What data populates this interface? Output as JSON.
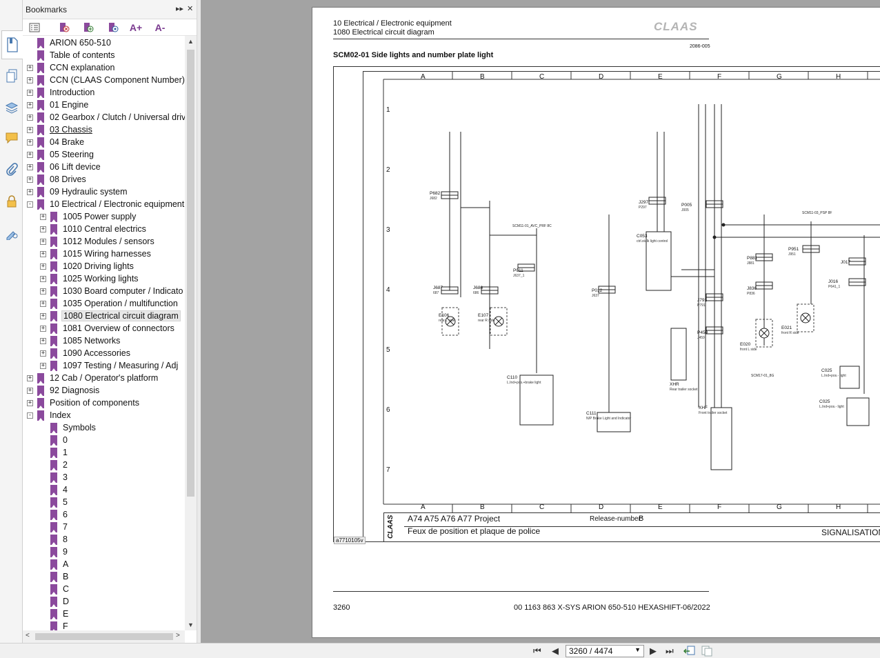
{
  "bookmarks_panel": {
    "title": "Bookmarks",
    "header_controls": [
      "▸▸",
      "✕"
    ],
    "toolbar_icons": [
      "options-menu-icon",
      "delete-bookmark-icon",
      "add-bookmark-icon",
      "bookmark-properties-icon",
      "increase-font-icon",
      "decrease-font-icon"
    ],
    "font_up_label": "A+",
    "font_down_label": "A-"
  },
  "rail_icons": [
    "bookmarks-panel-icon",
    "pages-panel-icon",
    "layers-panel-icon",
    "comments-panel-icon",
    "attachments-panel-icon",
    "security-panel-icon",
    "signatures-panel-icon"
  ],
  "tree": [
    {
      "label": "ARION 650-510",
      "level": 0,
      "expander": "none"
    },
    {
      "label": "Table of contents",
      "level": 0,
      "expander": "none"
    },
    {
      "label": "CCN explanation",
      "level": 0,
      "expander": "+"
    },
    {
      "label": "CCN (CLAAS Component Number)",
      "level": 0,
      "expander": "+"
    },
    {
      "label": "Introduction",
      "level": 0,
      "expander": "+"
    },
    {
      "label": "01 Engine",
      "level": 0,
      "expander": "+"
    },
    {
      "label": "02 Gearbox / Clutch / Universal driv",
      "level": 0,
      "expander": "+"
    },
    {
      "label": "03 Chassis",
      "level": 0,
      "expander": "+",
      "underline": true
    },
    {
      "label": "04 Brake",
      "level": 0,
      "expander": "+"
    },
    {
      "label": "05 Steering",
      "level": 0,
      "expander": "+"
    },
    {
      "label": "06 Lift device",
      "level": 0,
      "expander": "+"
    },
    {
      "label": "08 Drives",
      "level": 0,
      "expander": "+"
    },
    {
      "label": "09 Hydraulic system",
      "level": 0,
      "expander": "+"
    },
    {
      "label": "10 Electrical / Electronic equipment",
      "level": 0,
      "expander": "-"
    },
    {
      "label": "1005 Power supply",
      "level": 1,
      "expander": "+"
    },
    {
      "label": "1010 Central electrics",
      "level": 1,
      "expander": "+"
    },
    {
      "label": "1012 Modules / sensors",
      "level": 1,
      "expander": "+"
    },
    {
      "label": "1015 Wiring harnesses",
      "level": 1,
      "expander": "+"
    },
    {
      "label": "1020 Driving lights",
      "level": 1,
      "expander": "+"
    },
    {
      "label": "1025 Working lights",
      "level": 1,
      "expander": "+"
    },
    {
      "label": "1030 Board computer / Indicato",
      "level": 1,
      "expander": "+"
    },
    {
      "label": "1035 Operation / multifunction",
      "level": 1,
      "expander": "+"
    },
    {
      "label": "1080 Electrical circuit diagram",
      "level": 1,
      "expander": "+",
      "selected": true
    },
    {
      "label": "1081 Overview of connectors",
      "level": 1,
      "expander": "+"
    },
    {
      "label": "1085 Networks",
      "level": 1,
      "expander": "+"
    },
    {
      "label": "1090 Accessories",
      "level": 1,
      "expander": "+"
    },
    {
      "label": "1097 Testing / Measuring / Adj",
      "level": 1,
      "expander": "+"
    },
    {
      "label": "12 Cab / Operator's platform",
      "level": 0,
      "expander": "+"
    },
    {
      "label": "92 Diagnosis",
      "level": 0,
      "expander": "+"
    },
    {
      "label": "Position of components",
      "level": 0,
      "expander": "+"
    },
    {
      "label": "Index",
      "level": 0,
      "expander": "-"
    },
    {
      "label": "Symbols",
      "level": 1,
      "expander": "none"
    },
    {
      "label": "0",
      "level": 1,
      "expander": "none"
    },
    {
      "label": "1",
      "level": 1,
      "expander": "none"
    },
    {
      "label": "2",
      "level": 1,
      "expander": "none"
    },
    {
      "label": "3",
      "level": 1,
      "expander": "none"
    },
    {
      "label": "4",
      "level": 1,
      "expander": "none"
    },
    {
      "label": "5",
      "level": 1,
      "expander": "none"
    },
    {
      "label": "6",
      "level": 1,
      "expander": "none"
    },
    {
      "label": "7",
      "level": 1,
      "expander": "none"
    },
    {
      "label": "8",
      "level": 1,
      "expander": "none"
    },
    {
      "label": "9",
      "level": 1,
      "expander": "none"
    },
    {
      "label": "A",
      "level": 1,
      "expander": "none"
    },
    {
      "label": "B",
      "level": 1,
      "expander": "none"
    },
    {
      "label": "C",
      "level": 1,
      "expander": "none"
    },
    {
      "label": "D",
      "level": 1,
      "expander": "none"
    },
    {
      "label": "E",
      "level": 1,
      "expander": "none"
    },
    {
      "label": "F",
      "level": 1,
      "expander": "none"
    }
  ],
  "page": {
    "header_line1": "10 Electrical / Electronic equipment",
    "header_line2": "1080 Electrical circuit diagram",
    "brand": "CLAAS",
    "date_code": "2086-005",
    "section_title": "SCM02-01 Side lights and number plate light",
    "grid_columns": [
      "A",
      "B",
      "C",
      "D",
      "E",
      "F",
      "G",
      "H"
    ],
    "grid_rows": [
      "1",
      "2",
      "3",
      "4",
      "5",
      "6",
      "7"
    ],
    "title_block": {
      "project": "A74 A75 A76 A77 Project",
      "release_label": "Release-number:",
      "release_value": "B",
      "description": "Feux de position et plaque de police",
      "category": "SIGNALISATION",
      "brand_vertical": "CLAAS"
    },
    "drawing_id": "a7710105v",
    "components": [
      {
        "label": "P682",
        "sub": "J682"
      },
      {
        "label": "J687",
        "sub": "687"
      },
      {
        "label": "J686",
        "sub": "686"
      },
      {
        "label": "E106",
        "sub": "rear L side"
      },
      {
        "label": "E107",
        "sub": "rear R side"
      },
      {
        "label": "P011",
        "sub": "J637_1"
      },
      {
        "label": "C110",
        "sub": "L.Ind+pos.+brake light"
      },
      {
        "label": "P012",
        "sub": "J637"
      },
      {
        "label": "C111",
        "sub": "N/P Brake Light and Indicator"
      },
      {
        "label": "J297",
        "sub": "P297"
      },
      {
        "label": "C053",
        "sub": "ctrl.stalk light control"
      },
      {
        "label": "XHR",
        "sub": "Rear trailer socket"
      },
      {
        "label": "P005",
        "sub": "J005"
      },
      {
        "label": "J791",
        "sub": "P791"
      },
      {
        "label": "P459",
        "sub": "J459"
      },
      {
        "label": "XHF",
        "sub": "Front trailer socket"
      },
      {
        "label": "P881",
        "sub": "J881"
      },
      {
        "label": "J836",
        "sub": "P836"
      },
      {
        "label": "E020",
        "sub": "front L side"
      },
      {
        "label": "P951",
        "sub": "J951"
      },
      {
        "label": "E021",
        "sub": "front R side"
      },
      {
        "label": "J017",
        "sub": ""
      },
      {
        "label": "J016",
        "sub": "P641_1"
      },
      {
        "label": "C025",
        "sub": "L.Ind+pos.- light"
      },
      {
        "label": "C025",
        "sub": "L.Ind+pos.- light"
      }
    ],
    "wire_labels": [
      "SCM11-01_AVC_PRF 8C",
      "SCM11-03_PSP 8F",
      "SCM17-01_8G"
    ],
    "footer_page": "3260",
    "footer_doc": "00 1163 863 X-SYS ARION 650-510 HEXASHIFT-06/2022"
  },
  "navbar": {
    "page_display": "3260 / 4474",
    "buttons": [
      "first-page",
      "previous-page",
      "next-page",
      "last-page",
      "previous-view",
      "next-view"
    ]
  }
}
